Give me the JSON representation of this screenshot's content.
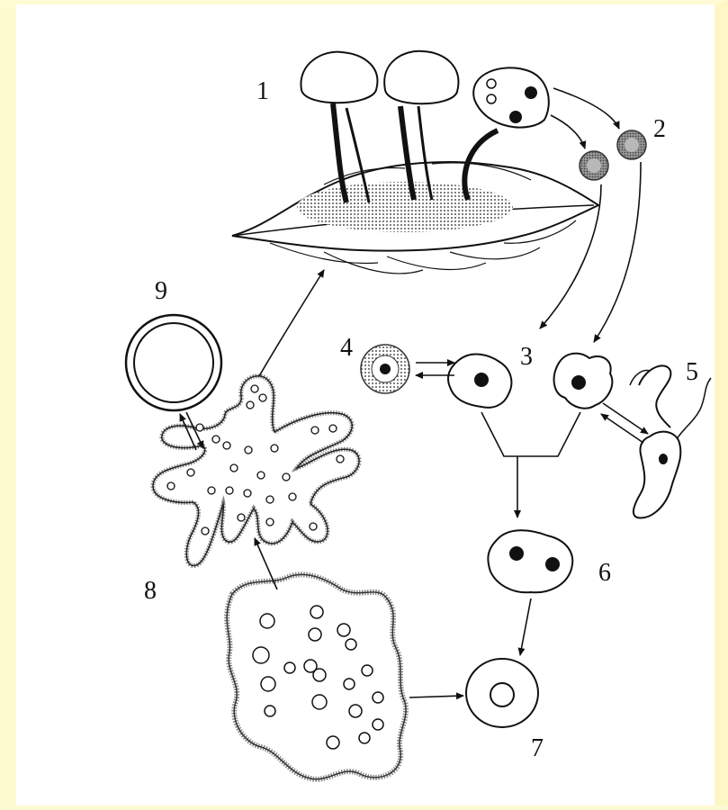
{
  "labels": {
    "l1": "1",
    "l2": "2",
    "l3": "3",
    "l4": "4",
    "l5": "5",
    "l6": "6",
    "l7": "7",
    "l8": "8",
    "l9": "9"
  },
  "colors": {
    "background": "#fdf9d3",
    "panel": "#ffffff",
    "ink": "#111111"
  }
}
